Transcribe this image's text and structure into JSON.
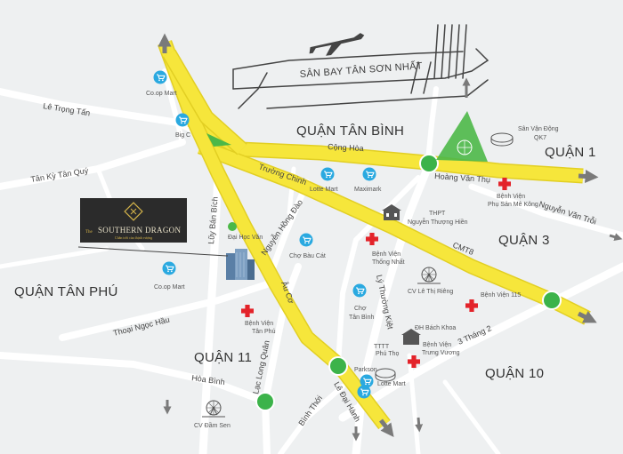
{
  "airport": {
    "label": "SÂN BAY TÂN SƠN NHẤT"
  },
  "districts": {
    "tan_binh": "QUẬN TÂN BÌNH",
    "q1": "QUẬN 1",
    "q3": "QUẬN 3",
    "tan_phu": "QUẬN TÂN PHÚ",
    "q11": "QUẬN 11",
    "q10": "QUẬN 10"
  },
  "streets": {
    "le_trong_tan": "Lê Trọng Tấn",
    "tan_ky_tan_quy": "Tân Kỳ Tân Quý",
    "cong_hoa": "Cộng Hòa",
    "truong_chinh": "Trường Chinh",
    "hoang_van_thu": "Hoàng Văn Thụ",
    "nguyen_van_troi": "Nguyễn Văn Trỗi",
    "cmt8": "CMT8",
    "luy_ban_bich": "Lũy Bán Bích",
    "nguyen_hong_dao": "Nguyễn Hồng Đào",
    "au_co": "Âu Cơ",
    "thoai_ngoc_hau": "Thoại Ngọc Hầu",
    "ly_thuong_kiet": "Lý Thường Kiệt",
    "ba_thang_hai": "3 Tháng 2",
    "hoa_binh": "Hòa Bình",
    "lac_long_quan": "Lạc Long Quân",
    "le_dai_hanh": "Lê Đại Hành",
    "binh_thoi": "Bình Thới"
  },
  "pois": {
    "coop_mart_top": "Co.op Mart",
    "big_c": "Big C",
    "lotte_mart": "Lotte Mart",
    "maximark": "Maximark",
    "san_van_dong": "Sân Vận Động",
    "qk7": "QK7",
    "bv_phu_san": "Bệnh Viện",
    "bv_phu_san_2": "Phụ Sản Mê Kông",
    "thpt": "THPT",
    "thpt_2": "Nguyễn Thượng Hiền",
    "cho_bau_cat": "Chợ Bàu Cát",
    "bv_thong_nhat": "Bệnh Viện",
    "bv_thong_nhat_2": "Thống Nhất",
    "cv_le_thi_rieng": "CV Lê Thị Riêng",
    "bv_115": "Bệnh Viện 115",
    "coop_mart_left": "Co.op Mart",
    "cho_tan_binh": "Chợ",
    "cho_tan_binh_2": "Tân Bình",
    "bv_tan_phu": "Bệnh Viện",
    "bv_tan_phu_2": "Tân Phú",
    "dh_bach_khoa": "ĐH Bách Khoa",
    "tttt_phu_tho": "TTTT",
    "tttt_phu_tho_2": "Phú Thọ",
    "bv_trung_vuong": "Bệnh Viện",
    "bv_trung_vuong_2": "Trưng Vương",
    "parkson": "Parkson",
    "lotte_mart_2": "Lotte Mart",
    "cv_dam_sen": "CV Đầm Sen",
    "dai_hoc_label": "Đại Học Văn"
  },
  "project": {
    "brand_the": "The",
    "brand_name": "SOUTHERN DRAGON",
    "tagline": "Chân trời của thịnh vượng"
  },
  "colors": {
    "background": "#eef0f1",
    "road_white": "#ffffff",
    "main_road": "#f6e63b",
    "main_road_edge": "#e2cf23",
    "arrow": "#7a7a7a",
    "roundabout": "#3cb34a",
    "shop_icon": "#2aa9e0",
    "hospital": "#e3232a",
    "park": "#4cb848",
    "logo_bg": "#2b2b2b",
    "logo_gold": "#d4b34a"
  },
  "icons": {
    "shopping": "shopping-cart-icon",
    "hospital": "red-cross-icon",
    "airplane": "airplane-icon",
    "stadium": "stadium-icon",
    "school": "school-building-icon",
    "park": "ferris-wheel-icon",
    "roundabout": "roundabout-icon"
  }
}
